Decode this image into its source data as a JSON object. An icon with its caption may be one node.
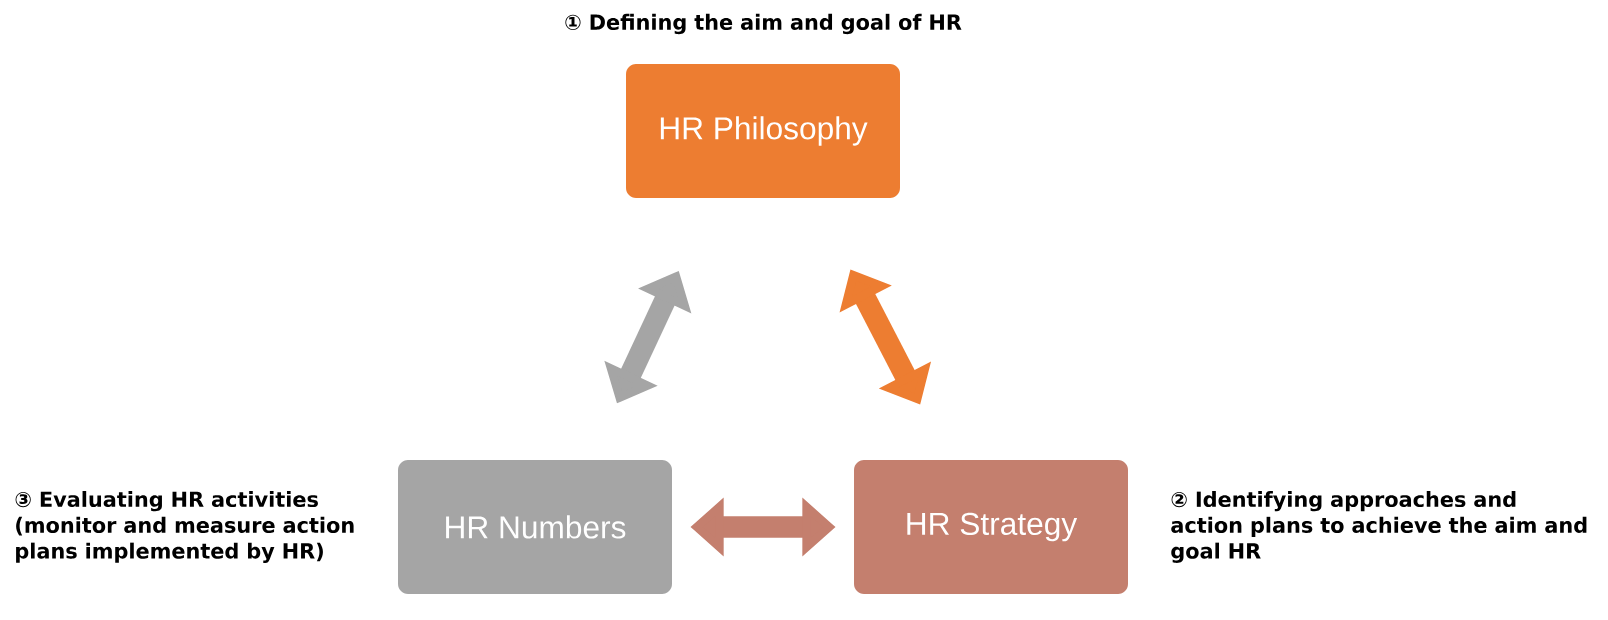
{
  "diagram": {
    "nodes": [
      {
        "text": [
          "HR Philosophy"
        ],
        "beside": [
          "① Defining the aim and goal of HR"
        ]
      },
      {
        "text": [
          "HR Numbers"
        ],
        "beside": [
          "③ Evaluating HR activities (monitor and measure action plans implemented by HR)"
        ]
      },
      {
        "text": [
          "HR Strategy"
        ],
        "beside": [
          "② Identifying approaches and action plans to achieve the aim and goal HR"
        ]
      }
    ],
    "edges": [
      {
        "from": 1,
        "to": 0,
        "arrow": "both",
        "color": "#a5a5a5"
      },
      {
        "from": 0,
        "to": 2,
        "arrow": "both",
        "color": "#ed7d31"
      },
      {
        "from": 1,
        "to": 2,
        "arrow": "both",
        "color": "#c47f6e"
      }
    ]
  }
}
